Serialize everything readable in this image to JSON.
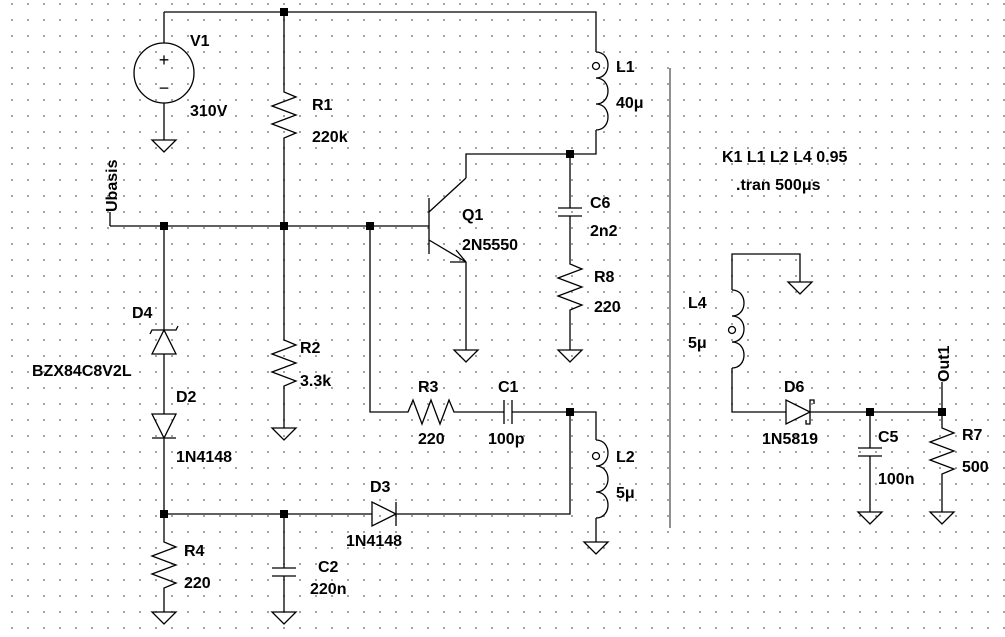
{
  "components": {
    "v1": {
      "name": "V1",
      "value": "310V"
    },
    "r1": {
      "name": "R1",
      "value": "220k"
    },
    "r2": {
      "name": "R2",
      "value": "3.3k"
    },
    "r3": {
      "name": "R3",
      "value": "220"
    },
    "r4": {
      "name": "R4",
      "value": "220"
    },
    "r7": {
      "name": "R7",
      "value": "500"
    },
    "r8": {
      "name": "R8",
      "value": "220"
    },
    "l1": {
      "name": "L1",
      "value": "40μ"
    },
    "l2": {
      "name": "L2",
      "value": "5μ"
    },
    "l4": {
      "name": "L4",
      "value": "5μ"
    },
    "c1": {
      "name": "C1",
      "value": "100p"
    },
    "c2": {
      "name": "C2",
      "value": "220n"
    },
    "c5": {
      "name": "C5",
      "value": "100n"
    },
    "c6": {
      "name": "C6",
      "value": "2n2"
    },
    "q1": {
      "name": "Q1",
      "value": "2N5550"
    },
    "d2": {
      "name": "D2",
      "value": "1N4148"
    },
    "d3": {
      "name": "D3",
      "value": "1N4148"
    },
    "d4": {
      "name": "D4",
      "value": "BZX84C8V2L"
    },
    "d6": {
      "name": "D6",
      "value": "1N5819"
    }
  },
  "net_labels": {
    "ubasis": "Ubasis",
    "out1": "Out1"
  },
  "directives": {
    "coupling": "K1 L1 L2 L4 0.95",
    "tran": ".tran 500μs"
  },
  "source_symbols": {
    "plus": "+",
    "minus": "−"
  }
}
